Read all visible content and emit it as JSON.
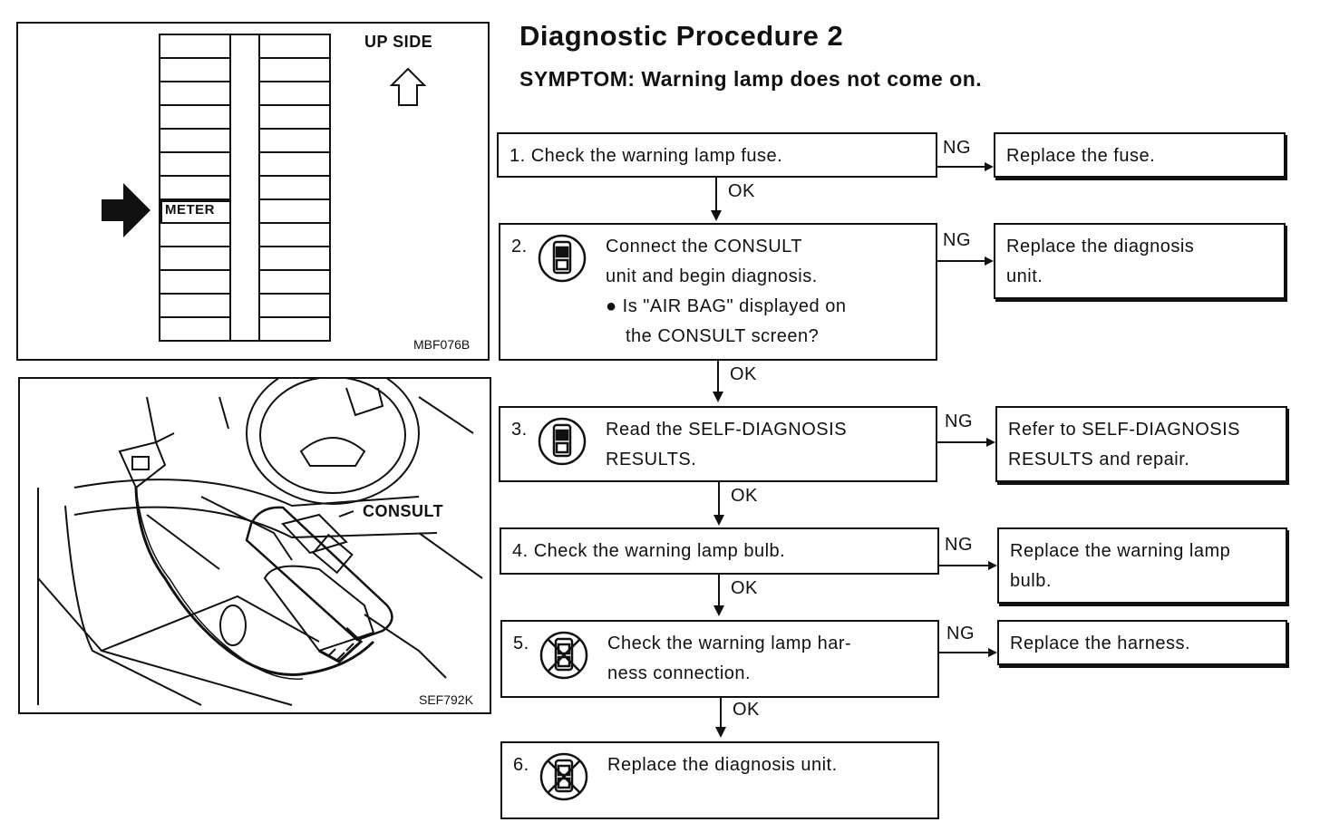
{
  "fuse_figure": {
    "up_label": "UP SIDE",
    "meter_label": "METER",
    "code": "MBF076B"
  },
  "consult_figure": {
    "consult_label": "CONSULT",
    "code": "SEF792K"
  },
  "procedure": {
    "title": "Diagnostic Procedure 2",
    "symptom": "SYMPTOM: Warning lamp does not come on."
  },
  "steps": [
    {
      "text": "1. Check the warning lamp fuse."
    },
    {
      "num": "2.",
      "icon": "consult-unit-icon",
      "lines": [
        "Connect the CONSULT",
        "unit and begin diagnosis.",
        "● Is \"AIR BAG\" displayed on",
        "the CONSULT screen?"
      ]
    },
    {
      "num": "3.",
      "icon": "consult-unit-icon",
      "lines": [
        "Read the SELF-DIAGNOSIS",
        "RESULTS."
      ]
    },
    {
      "text": "4. Check the warning lamp bulb."
    },
    {
      "num": "5.",
      "icon": "no-consult-icon",
      "lines": [
        "Check the warning lamp har-",
        "ness connection."
      ]
    },
    {
      "num": "6.",
      "icon": "no-consult-icon",
      "lines": [
        "Replace the diagnosis unit."
      ]
    }
  ],
  "ng_actions": [
    {
      "lines": [
        "Replace the fuse."
      ]
    },
    {
      "lines": [
        "Replace the diagnosis",
        "unit."
      ]
    },
    {
      "lines": [
        "Refer to SELF-DIAGNOSIS",
        "RESULTS and repair."
      ]
    },
    {
      "lines": [
        "Replace the warning lamp",
        "bulb."
      ]
    },
    {
      "lines": [
        "Replace the harness."
      ]
    }
  ],
  "flow_labels": {
    "ok": "OK",
    "ng": "NG"
  }
}
